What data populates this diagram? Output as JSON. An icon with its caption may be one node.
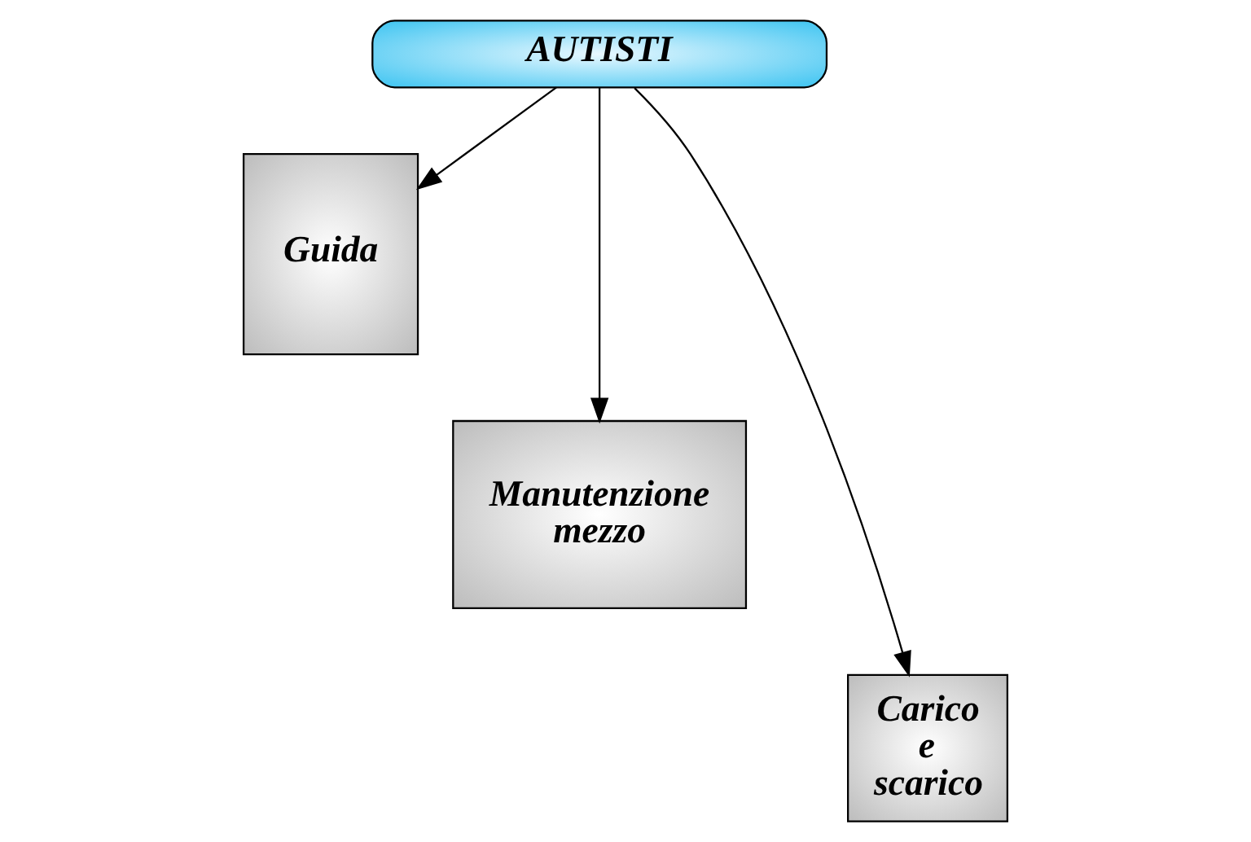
{
  "diagram": {
    "nodes": [
      {
        "text": [
          "AUTISTI"
        ]
      },
      {
        "text": [
          "Guida"
        ]
      },
      {
        "text": [
          "Manutenzione mezzo"
        ]
      },
      {
        "text": [
          "Carico e scarico"
        ]
      }
    ],
    "edges": [
      {
        "from": 0,
        "to": 1,
        "arrow": "to"
      },
      {
        "from": 0,
        "to": 2,
        "arrow": "to"
      },
      {
        "from": 0,
        "to": 3,
        "arrow": "to"
      }
    ]
  }
}
